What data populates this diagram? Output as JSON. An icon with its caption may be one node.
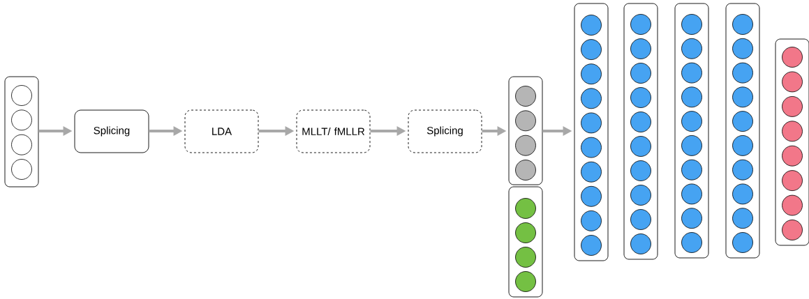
{
  "diagram": {
    "nodes": [
      {
        "text": [],
        "shape": "box"
      },
      {
        "text": [
          "Splicing"
        ]
      },
      {
        "text": [
          "LDA"
        ]
      },
      {
        "text": [
          "MLLT/ fMLLR"
        ]
      },
      {
        "text": [
          "Splicing"
        ]
      },
      {
        "text": [],
        "shape": "box"
      },
      {
        "text": [],
        "shape": "box"
      },
      {
        "text": [],
        "shape": "box"
      },
      {
        "text": [],
        "shape": "box"
      },
      {
        "text": [],
        "shape": "box"
      },
      {
        "text": [],
        "shape": "box"
      },
      {
        "text": [],
        "shape": "box"
      }
    ],
    "edges": [
      {
        "from": 0,
        "to": 1,
        "arrow": "to"
      },
      {
        "from": 1,
        "to": 2,
        "arrow": "to"
      },
      {
        "from": 2,
        "to": 3,
        "arrow": "to"
      },
      {
        "from": 3,
        "to": 4,
        "arrow": "to"
      },
      {
        "from": 4,
        "to": 5,
        "arrow": "to"
      },
      {
        "from": 5,
        "to": 7,
        "arrow": "to"
      }
    ]
  }
}
